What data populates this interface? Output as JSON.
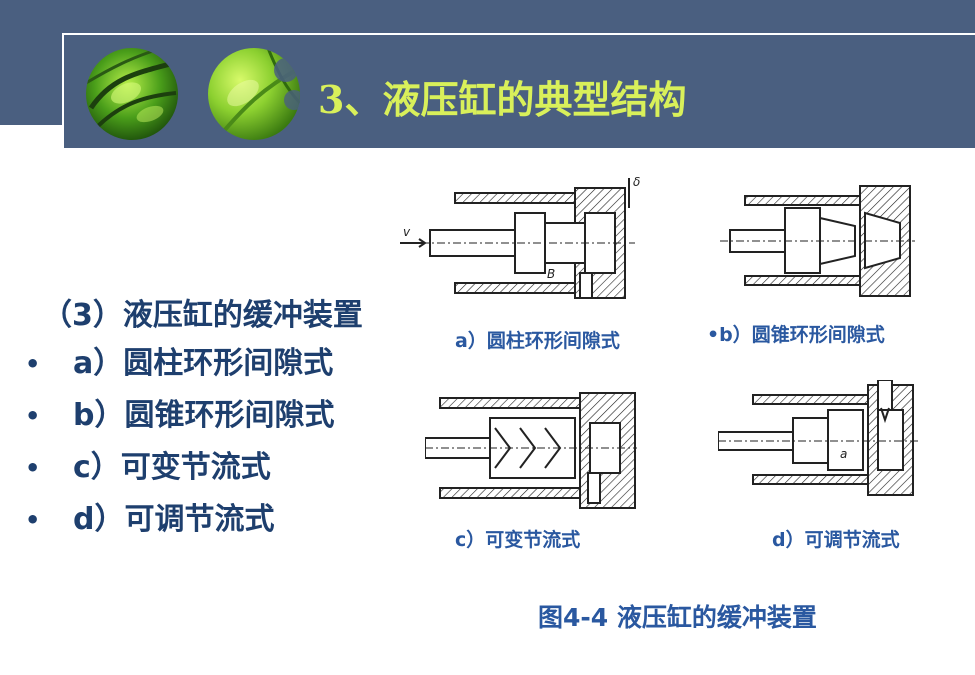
{
  "header": {
    "title": "3、液压缸的典型结构"
  },
  "content": {
    "heading": "（3）液压缸的缓冲装置",
    "bullets": [
      "a）圆柱环形间隙式",
      "b）圆锥环形间隙式",
      "c）可变节流式",
      "d）可调节流式"
    ]
  },
  "figure": {
    "captions": {
      "a": "a）圆柱环形间隙式",
      "b": "•b）圆锥环形间隙式",
      "c": "c）可变节流式",
      "d": "d）可调节流式"
    },
    "diagram_labels": {
      "v": "v",
      "delta": "δ",
      "B": "B",
      "a": "a"
    },
    "caption": "图4-4  液压缸的缓冲装置"
  },
  "colors": {
    "header_bg": "#4a5f80",
    "title_text": "#d9f05a",
    "body_text": "#1e3f6e",
    "caption_text": "#2a58a0"
  }
}
